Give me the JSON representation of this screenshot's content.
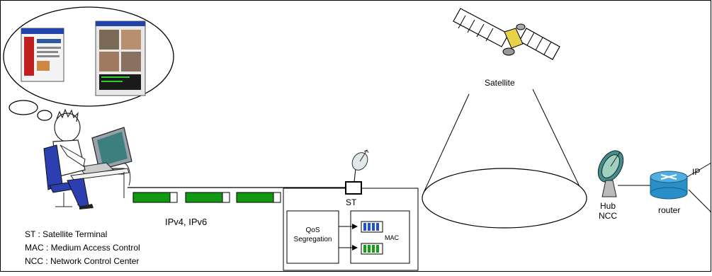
{
  "labels": {
    "satellite": "Satellite",
    "ip": "IP",
    "router": "router",
    "hub_line1": "Hub",
    "hub_line2": "NCC",
    "st": "ST",
    "ip_versions": "IPv4, IPv6",
    "qos_line1": "QoS",
    "qos_line2": "Segregation",
    "mac": "MAC"
  },
  "legend": [
    "ST : Satellite Terminal",
    "MAC : Medium Access Control",
    "NCC : Network Control Center"
  ],
  "colors": {
    "packet": "#119911",
    "queue_blue": "#1f4fd8",
    "queue_green": "#14a014",
    "router": "#2a8fc9",
    "dish": "#3f8f8f"
  }
}
